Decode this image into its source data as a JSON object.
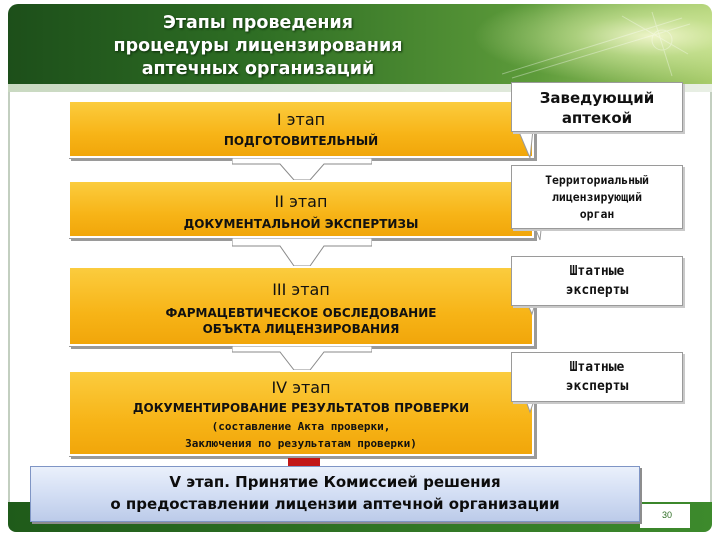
{
  "header": {
    "title_lines": [
      "Этапы проведения",
      "процедуры лицензирования",
      "аптечных организаций"
    ]
  },
  "stages": [
    {
      "title": "I этап",
      "subtitle_lines": [
        "ПОДГОТОВИТЕЛЬНЫЙ"
      ],
      "detail_lines": []
    },
    {
      "title": "II этап",
      "subtitle_lines": [
        "ДОКУМЕНТАЛЬНОЙ ЭКСПЕРТИЗЫ"
      ],
      "detail_lines": []
    },
    {
      "title": "III этап",
      "subtitle_lines": [
        "ФАРМАЦЕВТИЧЕСКОЕ ОБСЛЕДОВАНИЕ",
        "ОБЪКТА ЛИЦЕНЗИРОВАНИЯ"
      ],
      "detail_lines": []
    },
    {
      "title": "IV этап",
      "subtitle_lines": [
        "ДОКУМЕНТИРОВАНИЕ РЕЗУЛЬТАТОВ ПРОВЕРКИ"
      ],
      "detail_lines": [
        "(составление Акта проверки,",
        "Заключения по результатам проверки)"
      ]
    }
  ],
  "callouts": [
    {
      "lines": [
        "Заведующий",
        "аптекой"
      ]
    },
    {
      "lines": [
        "Территориальный",
        "лицензирующий",
        "орган"
      ]
    },
    {
      "lines": [
        "Штатные",
        "эксперты"
      ]
    },
    {
      "lines": [
        "Штатные",
        "эксперты"
      ]
    }
  ],
  "final": {
    "lines": [
      "V этап. Принятие Комиссией решения",
      "о предоставлении лицензии аптечной организации"
    ]
  },
  "footer": {
    "page_number": "30"
  },
  "colors": {
    "header_dark": "#1d4f1a",
    "header_light": "#a9cc6c",
    "stage_fill": "#f7b417",
    "final_fill": "#d3def4",
    "accent_red": "#c21616"
  }
}
